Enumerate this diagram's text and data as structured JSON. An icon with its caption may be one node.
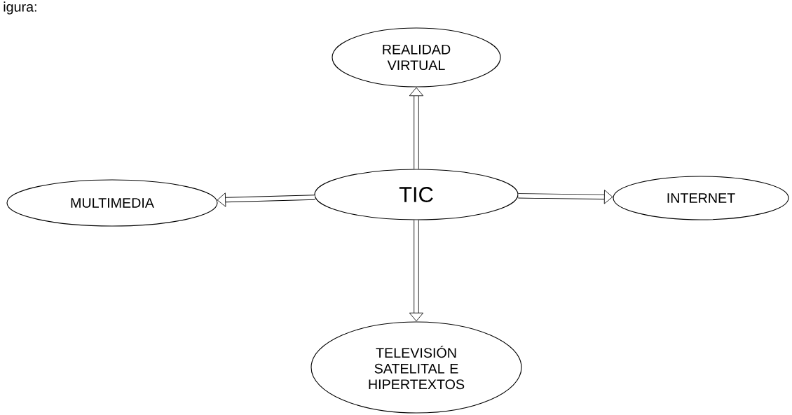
{
  "diagram": {
    "nodes": [
      {
        "text": [
          "TIC"
        ]
      },
      {
        "text": [
          "REALIDAD VIRTUAL"
        ]
      },
      {
        "text": [
          "MULTIMEDIA"
        ]
      },
      {
        "text": [
          "INTERNET"
        ]
      },
      {
        "text": [
          "TELEVISIÓN SATELITAL E HIPERTEXTOS"
        ]
      }
    ],
    "edges": [
      {
        "from": 0,
        "to": 1,
        "arrow": "to"
      },
      {
        "from": 0,
        "to": 2,
        "arrow": "to"
      },
      {
        "from": 0,
        "to": 3,
        "arrow": "to"
      },
      {
        "from": 0,
        "to": 4,
        "arrow": "to"
      }
    ],
    "labels": [
      "igura:"
    ]
  }
}
